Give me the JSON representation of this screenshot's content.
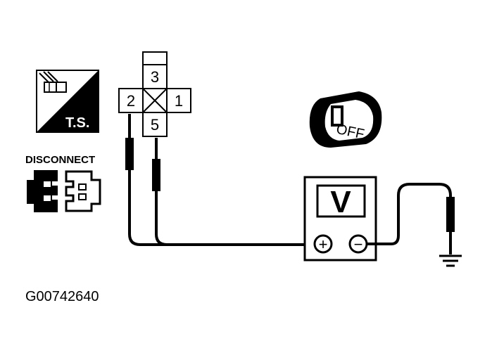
{
  "ts_icon": {
    "label": "T.S.",
    "icon": "connector-test-icon"
  },
  "disconnect_icon": {
    "label": "DISCONNECT",
    "icon": "disconnect-connector-icon"
  },
  "connector": {
    "pins": {
      "top": "3",
      "left": "2",
      "right": "1",
      "bottom": "5"
    }
  },
  "ignition": {
    "label": "OFF",
    "icon": "ignition-key-icon"
  },
  "voltmeter": {
    "display": "V",
    "positive": "+",
    "negative": "−"
  },
  "figure_id": "G00742640"
}
